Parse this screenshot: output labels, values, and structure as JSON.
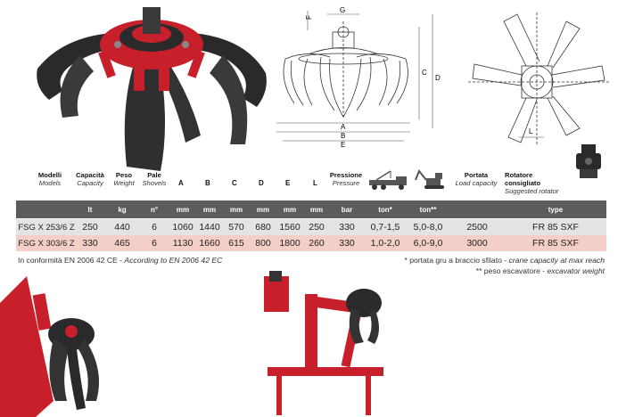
{
  "headers": {
    "models": {
      "it": "Modelli",
      "en": "Models"
    },
    "capacity": {
      "it": "Capacità",
      "en": "Capacity"
    },
    "weight": {
      "it": "Peso",
      "en": "Weight"
    },
    "shovels": {
      "it": "Pale",
      "en": "Shovels"
    },
    "letters": [
      "A",
      "B",
      "C",
      "D",
      "E",
      "L"
    ],
    "pressure": {
      "it": "Pressione",
      "en": "Pressure"
    },
    "load_capacity": {
      "it": "Portata",
      "en": "Load capacity"
    },
    "rotator": {
      "it": "Rotatore consigliato",
      "en": "Suggested rotator"
    }
  },
  "units": [
    "lt",
    "kg",
    "n°",
    "mm",
    "mm",
    "mm",
    "mm",
    "mm",
    "mm",
    "bar",
    "ton*",
    "ton**",
    "",
    "type"
  ],
  "rows": [
    [
      "FSG X 253/6 Z",
      "250",
      "440",
      "6",
      "1060",
      "1440",
      "570",
      "680",
      "1560",
      "250",
      "330",
      "0,7-1,5",
      "5,0-8,0",
      "2500",
      "FR 85 SXF"
    ],
    [
      "FSG X 303/6 Z",
      "330",
      "465",
      "6",
      "1130",
      "1660",
      "615",
      "800",
      "1800",
      "260",
      "330",
      "1,0-2,0",
      "6,0-9,0",
      "3000",
      "FR 85 SXF"
    ]
  ],
  "diagram_labels": {
    "F": "F",
    "G": "G",
    "C": "C",
    "D": "D",
    "A": "A",
    "B": "B",
    "E": "E",
    "L": "L"
  },
  "notes": {
    "conformity_it": "In conformità EN 2006 42 CE - ",
    "conformity_en": "According to EN 2006 42 EC",
    "crane_it": "* portata gru a braccio sfilato - ",
    "crane_en": "crane capacity at max reach",
    "excavator_it": "** peso escavatore - ",
    "excavator_en": "excavator weight"
  },
  "colors": {
    "table_header": "#5b5c5e",
    "row1": "#e3e4e6",
    "row2": "#f3cfc8",
    "accent_red": "#c8202a",
    "grapple_dark": "#2a2a2c"
  }
}
